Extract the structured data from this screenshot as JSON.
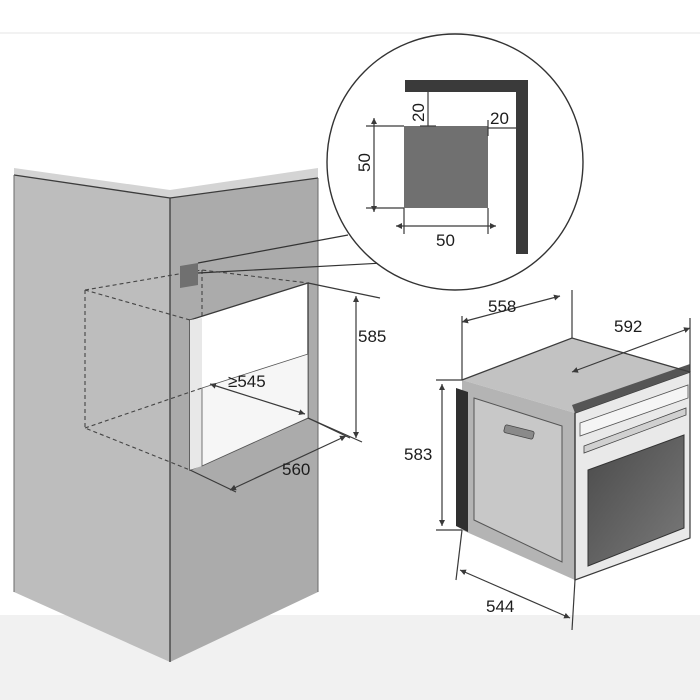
{
  "diagram": {
    "cabinet_dimensions": {
      "niche_height": "585",
      "niche_depth": "≥545",
      "niche_width": "560"
    },
    "vent_detail": {
      "gap_top": "20",
      "gap_side": "20",
      "vent_height": "50",
      "vent_width": "50"
    },
    "oven_dimensions": {
      "depth_top": "558",
      "width": "592",
      "height": "583",
      "depth_bottom": "544"
    },
    "colors": {
      "cabinet_front": "#ababab",
      "cabinet_side": "#bdbdbd",
      "cabinet_top": "#c9c9c9",
      "vent_square": "#707070",
      "oven_body": "#b4b4b4",
      "oven_top": "#c2c2c2",
      "oven_window": "#5e5e5e",
      "wall": "#3a3a3a"
    }
  }
}
